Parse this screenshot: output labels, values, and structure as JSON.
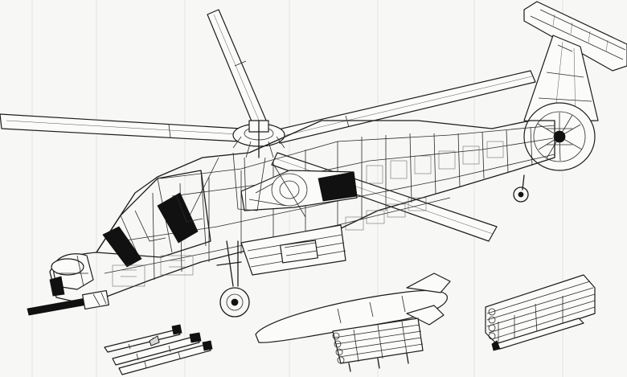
{
  "illustration": {
    "kind": "cutaway line drawing",
    "palette": {
      "ink": "#1c1c1c",
      "paper": "#f7f7f5",
      "shadow": "#111111"
    },
    "parts": [
      "main-rotor",
      "fuselage",
      "canopy",
      "cannon",
      "tail-fin",
      "fan-tail",
      "main-wheel",
      "tail-wheel",
      "drop-tank",
      "rocket-pod",
      "missile-cluster",
      "missile-rack"
    ]
  }
}
